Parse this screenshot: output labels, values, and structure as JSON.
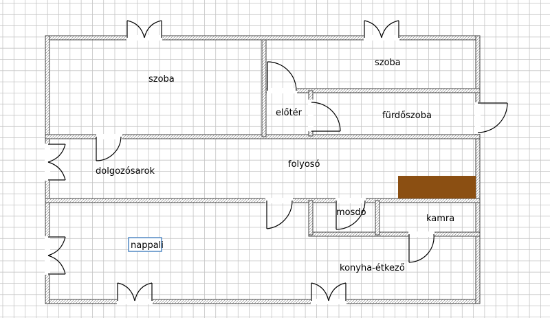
{
  "rooms": {
    "szoba_left": "szoba",
    "szoba_right": "szoba",
    "eloter": "előtér",
    "furdoszoba": "fürdőszoba",
    "dolgozosarok": "dolgozósarok",
    "folyoso": "folyosó",
    "mosdo": "mosdó",
    "kamra": "kamra",
    "nappali": "nappali",
    "konyha": "konyha-étkező"
  },
  "colors": {
    "grid": "#c4c4c4",
    "wall": "#555555",
    "wall_fill": "#ffffff",
    "furniture": "#8b4f12",
    "selection": "#5b8fc7"
  },
  "selected_label": "nappali"
}
